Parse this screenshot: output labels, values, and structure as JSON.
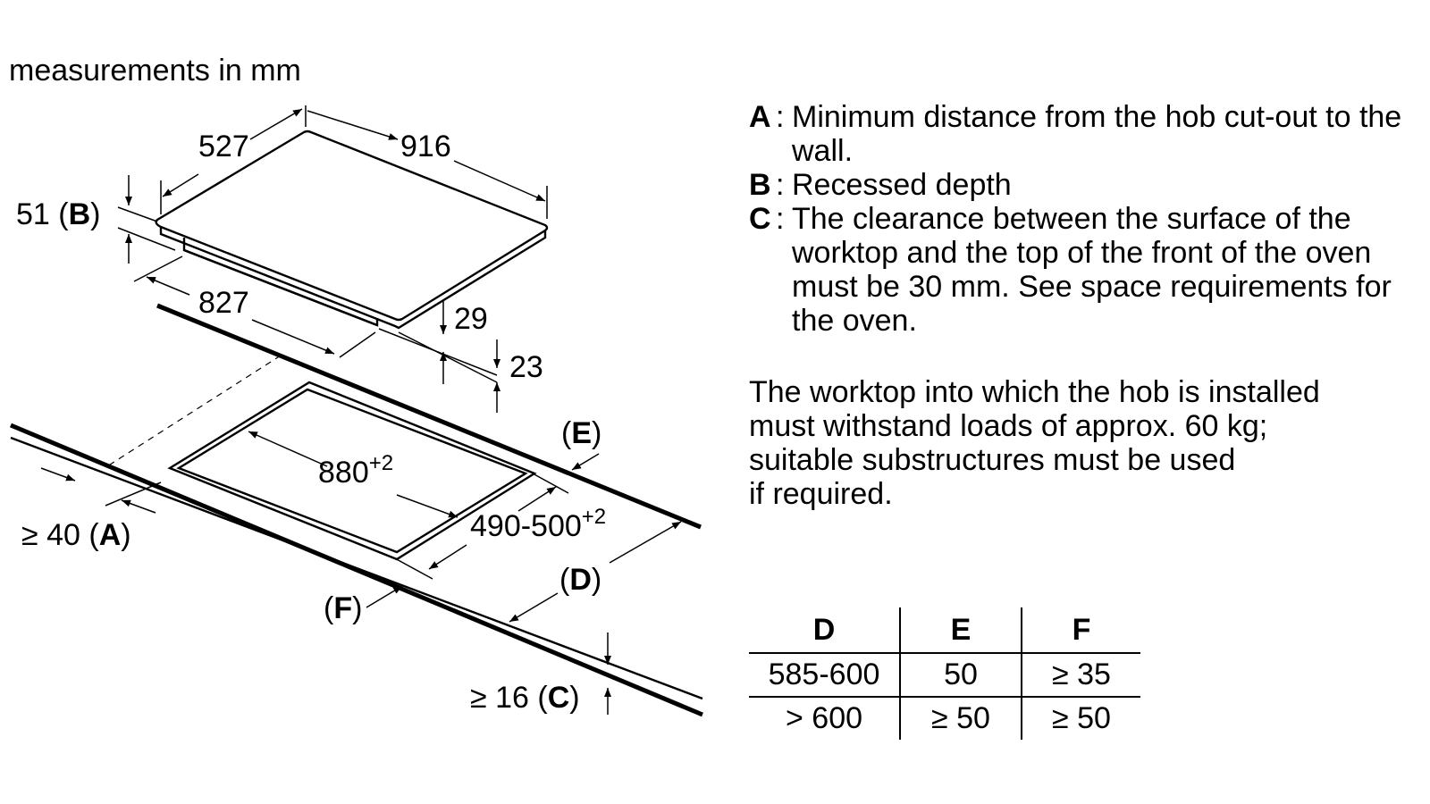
{
  "units_note": "measurements in mm",
  "hob": {
    "width": "916",
    "depth": "527",
    "inner_width": "827",
    "recess_depth": "51",
    "recess_key": "B",
    "bottom_depth": "29",
    "edge_depth": "23"
  },
  "cutout": {
    "width": "880",
    "width_tol": "+2",
    "depth": "490-500",
    "depth_tol": "+2",
    "wall_min": "≥ 40",
    "wall_key": "A",
    "worktop_min": "≥ 16",
    "worktop_key": "C",
    "label_d": "D",
    "label_e": "E",
    "label_f": "F"
  },
  "legend": [
    {
      "key": "A",
      "text": "Minimum distance from the hob cut-out to the wall."
    },
    {
      "key": "B",
      "text": "Recessed depth"
    },
    {
      "key": "C",
      "text": "The clearance between the surface of the worktop and the top of the front of the oven must be 30 mm. See space requirements for the oven."
    }
  ],
  "note_lines": [
    "The worktop into which the hob is installed",
    "must withstand loads of approx. 60 kg;",
    "suitable substructures must be used",
    "if required."
  ],
  "table": {
    "headers": [
      "D",
      "E",
      "F"
    ],
    "rows": [
      [
        "585-600",
        "50",
        "≥ 35"
      ],
      [
        "> 600",
        "≥ 50",
        "≥ 50"
      ]
    ]
  }
}
